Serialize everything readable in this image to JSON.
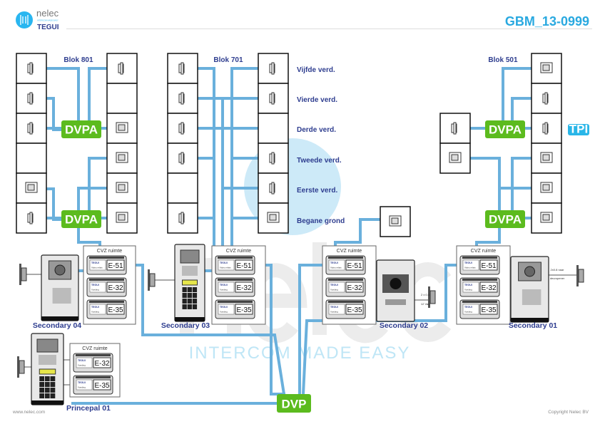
{
  "header": {
    "logo_name": "nelec",
    "logo_sub": "TEGUI",
    "logo_tagline": "INTERCOM MADE EASY",
    "title": "GBM_13-0999"
  },
  "blocks": [
    {
      "label": "Blok 801"
    },
    {
      "label": "Blok 701"
    },
    {
      "label": "Blok 501"
    }
  ],
  "floors": [
    "Vijfde verd.",
    "Vierde verd.",
    "Derde verd.",
    "Tweede verd.",
    "Eerste verd.",
    "Begane grond"
  ],
  "distributors": {
    "dvpa": "DVPA",
    "dvp": "DVP",
    "tpi": "TPI"
  },
  "cvz_label": "CVZ ruimte",
  "modules": {
    "e51": "E-51",
    "e32": "E-32",
    "e35": "E-35",
    "brand": "TEGUI",
    "e51_sub": "Video relais",
    "feed_sub": "Voeding"
  },
  "panels": {
    "secondary_04": "Secondary 04",
    "secondary_03": "Secondary 03",
    "secondary_02": "Secondary 02",
    "secondary_01": "Secondary 01",
    "principal_01": "Princepal 01"
  },
  "wire_notes": {
    "sec02_line1": "2 x 0.8",
    "sec02_line2": "12 Vac",
    "sec01_line1": "2x0.8 naar",
    "sec01_line2": "deuropener"
  },
  "watermark": {
    "word": "nelec",
    "tagline": "INTERCOM MADE EASY"
  },
  "footer": {
    "website": "www.nelec.com",
    "copyright": "Copyright Nelec BV"
  },
  "colors": {
    "cable": "#6ab0dc",
    "dvpa_green": "#5cbb1e",
    "tpi_cyan": "#29b6e8",
    "title_blue": "#29a9e0",
    "label_navy": "#2e3d8f"
  }
}
